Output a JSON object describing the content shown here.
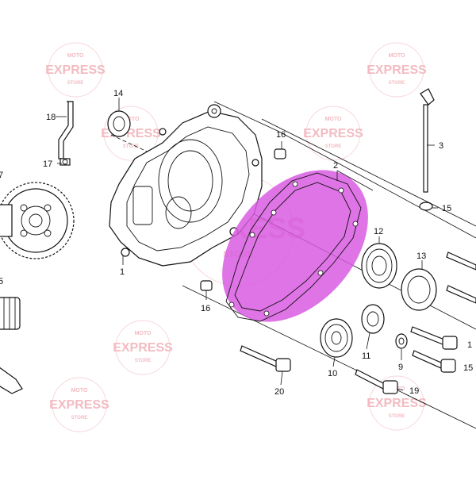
{
  "watermark": {
    "brand_prefix": "MOTO",
    "brand_main": "EXPRESS",
    "brand_suffix": "STORE",
    "color": "#e8838f"
  },
  "highlight_color": "#d85ce0",
  "callouts": {
    "p1": "1",
    "p2": "2",
    "p3": "3",
    "p5": "5",
    "p7": "7",
    "p9": "9",
    "p10": "10",
    "p11": "11",
    "p12": "12",
    "p13": "13",
    "p14": "14",
    "p15": "15",
    "p16a": "16",
    "p16b": "16",
    "p17": "17",
    "p18": "18",
    "p19": "19",
    "p20": "20",
    "p1r": "1",
    "p15r": "15"
  }
}
